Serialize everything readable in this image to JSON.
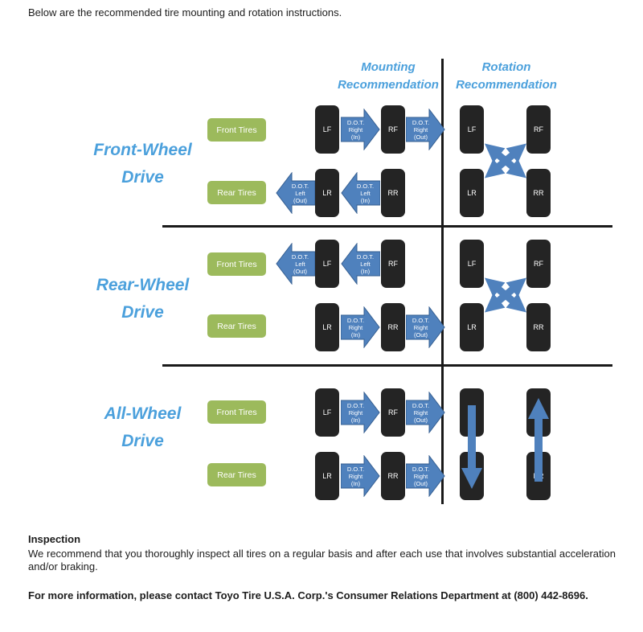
{
  "intro": "Below are the recommended tire mounting and rotation instructions.",
  "diagram": {
    "mounting_header": [
      "Mounting",
      "Recommendation"
    ],
    "rotation_header": [
      "Rotation",
      "Recommendation"
    ],
    "tire_group_labels": {
      "front": "Front Tires",
      "rear": "Rear Tires"
    },
    "tires": {
      "lf": "LF",
      "rf": "RF",
      "lr": "LR",
      "rr": "RR"
    },
    "arrow_labels": {
      "right_in": [
        "D.O.T.",
        "Right",
        "(In)"
      ],
      "right_out": [
        "D.O.T.",
        "Right",
        "(Out)"
      ],
      "left_in": [
        "D.O.T.",
        "Left",
        "(In)"
      ],
      "left_out": [
        "D.O.T.",
        "Left",
        "(Out)"
      ]
    },
    "rows": [
      {
        "title": [
          "Front-Wheel",
          "Drive"
        ],
        "rotation": "cross"
      },
      {
        "title": [
          "Rear-Wheel",
          "Drive"
        ],
        "rotation": "cross"
      },
      {
        "title": [
          "All-Wheel",
          "Drive"
        ],
        "rotation": "front-to-back"
      }
    ],
    "colors": {
      "heading_blue": "#4ba0dc",
      "arrow_blue": "#4f81bd",
      "arrow_border": "#365f91",
      "tire_black": "#242424",
      "badge_green": "#9cba5c",
      "line_black": "#1a1a1a"
    }
  },
  "footer": {
    "inspection_title": "Inspection",
    "inspection_body": "We recommend that you thoroughly inspect all tires on a regular basis and after each use that involves substantial acceleration and/or braking.",
    "contact": "For more information, please contact Toyo Tire U.S.A. Corp.'s Consumer Relations Department at (800) 442-8696."
  }
}
